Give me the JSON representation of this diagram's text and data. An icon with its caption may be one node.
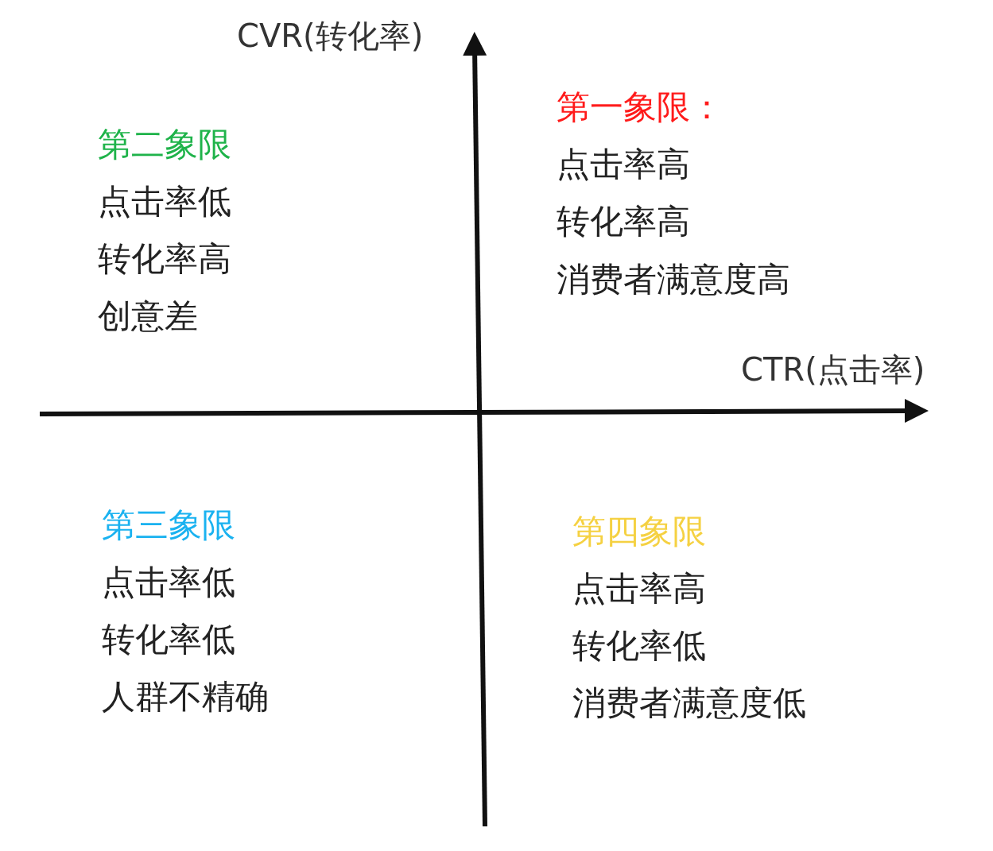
{
  "diagram": {
    "labels": [
      "CVR(转化率)",
      "第一象限：",
      "点击率高",
      "转化率高",
      "消费者满意度高",
      "第二象限",
      "点击率低",
      "转化率高",
      "创意差",
      "CTR(点击率)",
      "第三象限",
      "点击率低",
      "转化率低",
      "人群不精确",
      "第四象限",
      "点击率高",
      "转化率低",
      "消费者满意度低"
    ]
  }
}
